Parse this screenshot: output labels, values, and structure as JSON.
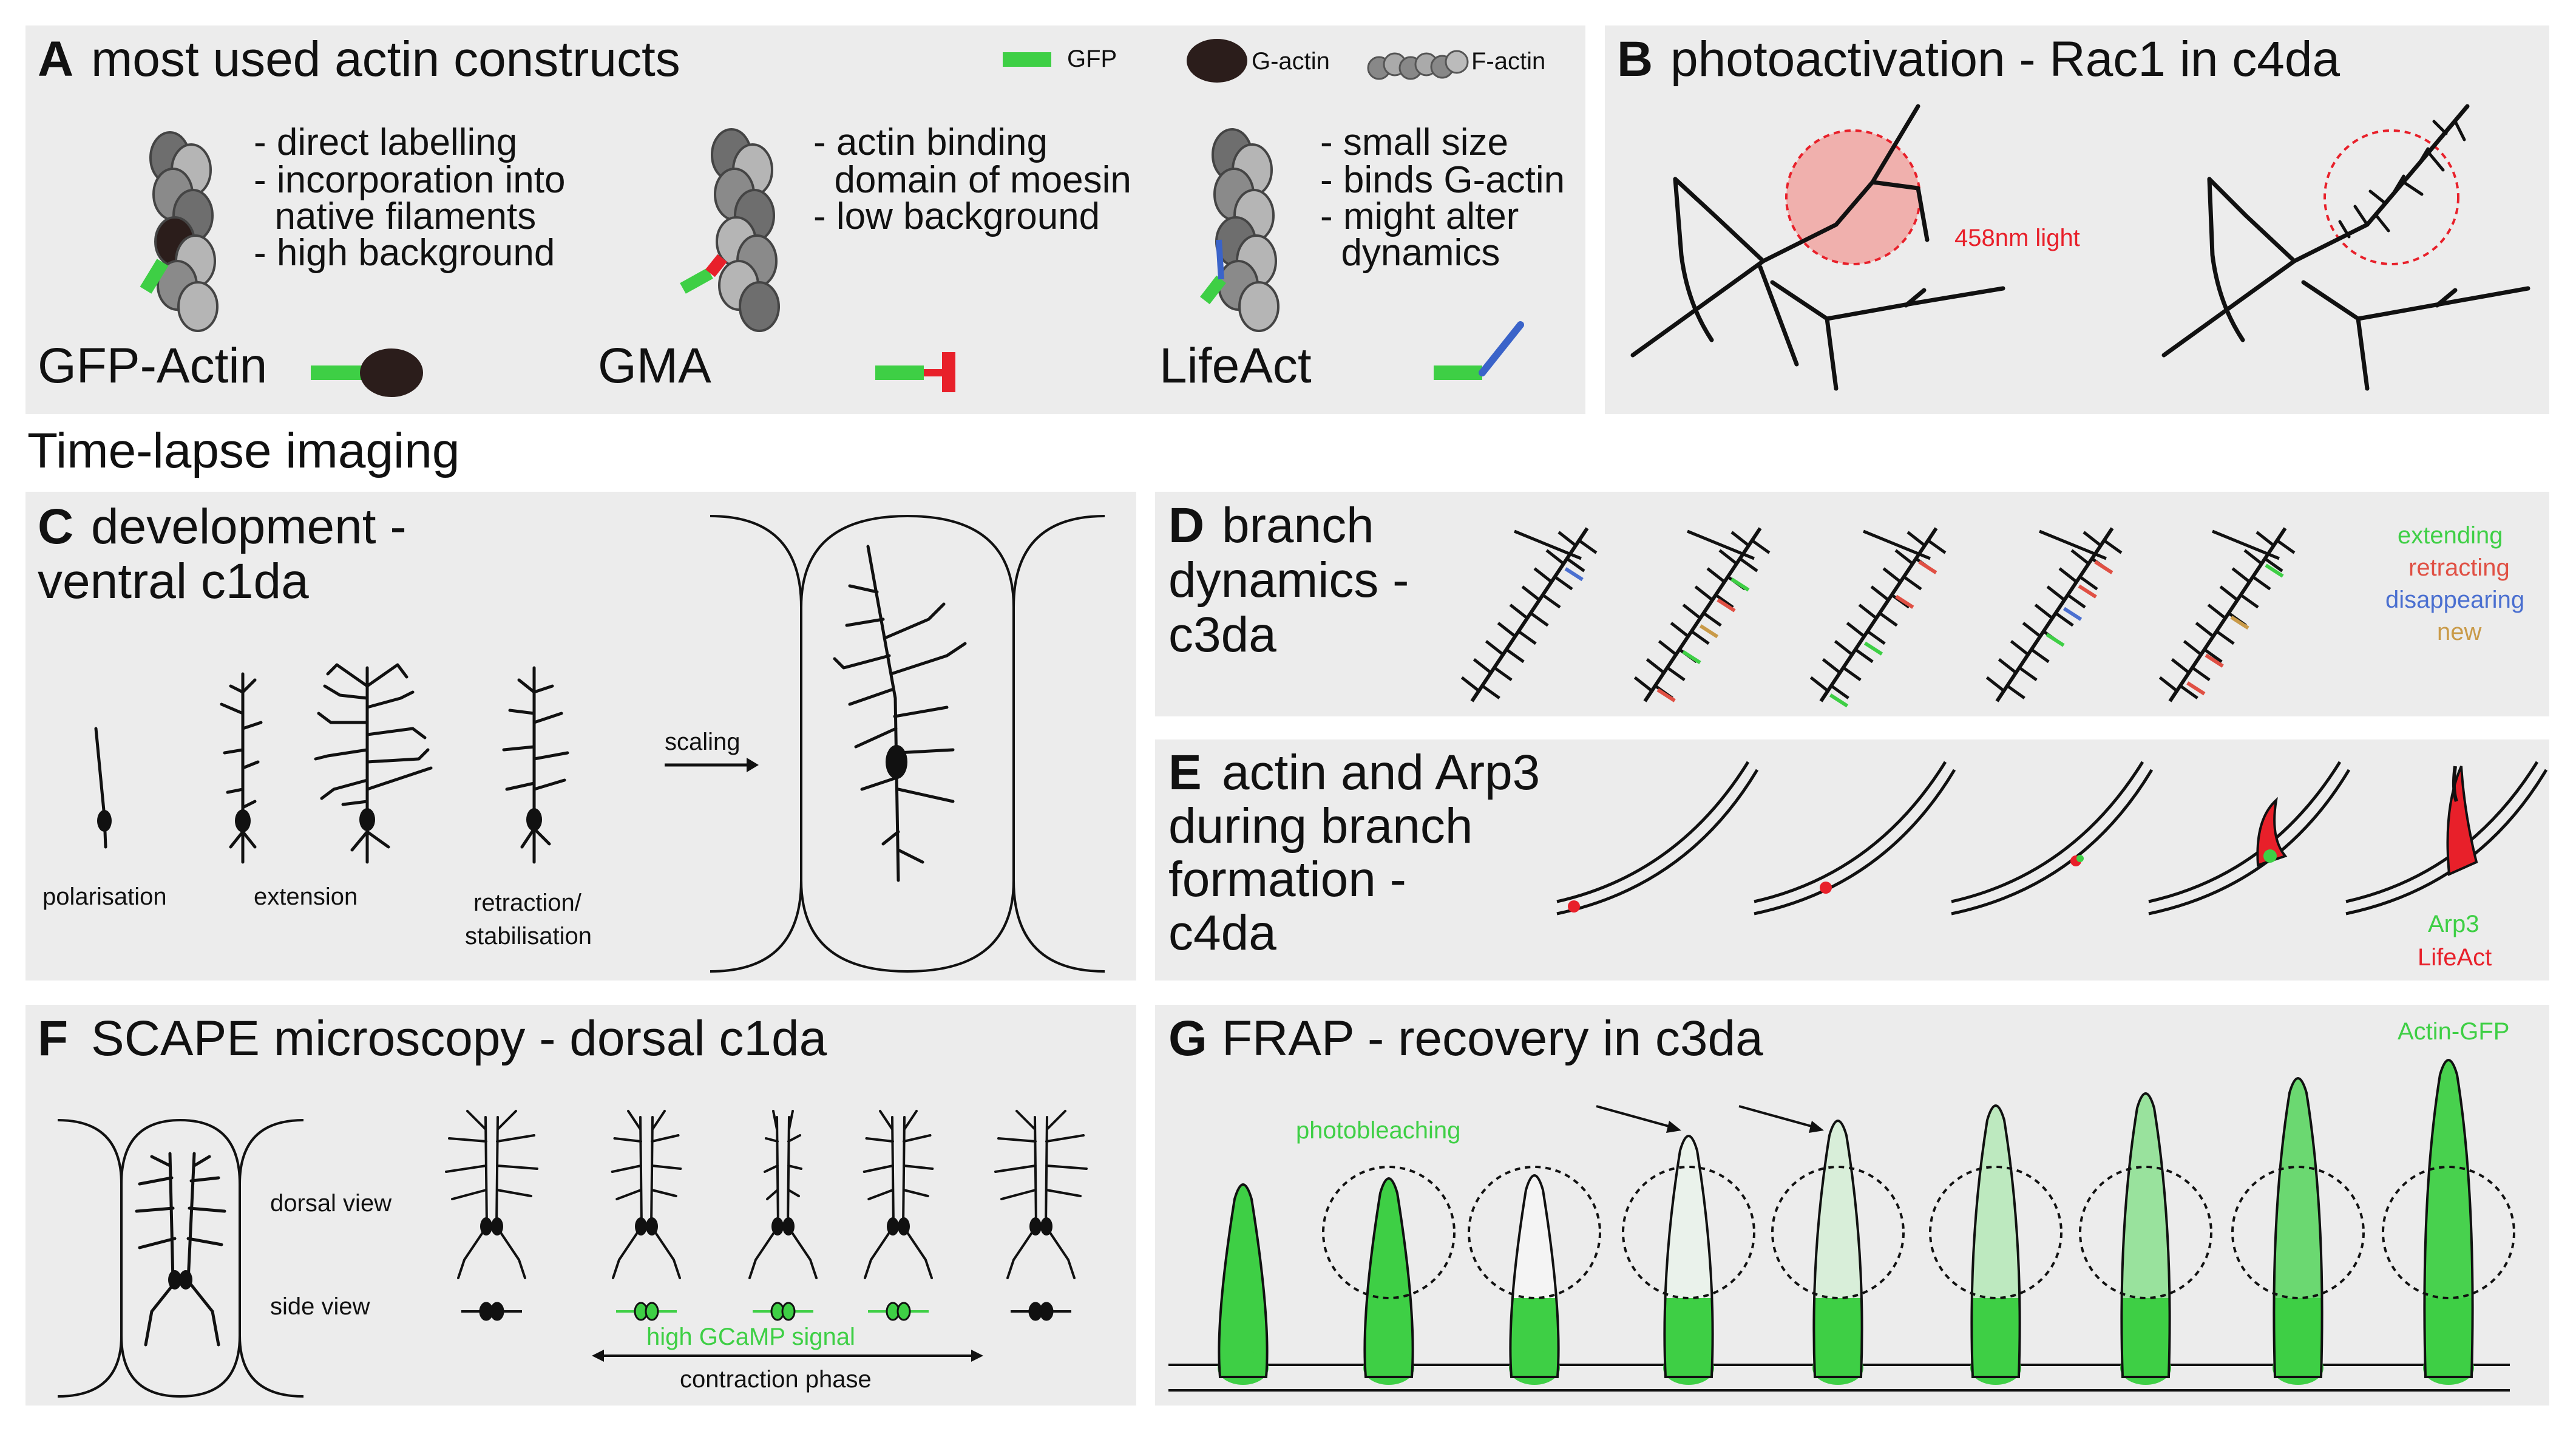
{
  "colors": {
    "panel_bg": "#ececec",
    "gfp_green": "#3ecf45",
    "g_actin": "#2b1d1b",
    "moesin_red": "#e8202a",
    "lifeact_blue": "#3a63c9",
    "light_red": "#e8202a",
    "extending": "#3ecf45",
    "retracting": "#e05044",
    "disappearing": "#4a6fd0",
    "new": "#c99a48"
  },
  "panelA": {
    "label": "A",
    "title": "most used actin constructs",
    "legend": {
      "gfp": "GFP",
      "g_actin": "G-actin",
      "f_actin": "F-actin"
    },
    "constructs": [
      {
        "name": "GFP-Actin",
        "bullets": [
          "- direct labelling",
          "- incorporation into",
          "  native filaments",
          "- high background"
        ]
      },
      {
        "name": "GMA",
        "bullets": [
          "- actin binding",
          "  domain of moesin",
          "- low background"
        ]
      },
      {
        "name": "LifeAct",
        "bullets": [
          "- small size",
          "- binds G-actin",
          "- might alter",
          "  dynamics"
        ]
      }
    ]
  },
  "panelB": {
    "label": "B",
    "title": "photoactivation - Rac1 in c4da",
    "light_label": "458nm light"
  },
  "section_title": "Time-lapse imaging",
  "panelC": {
    "label": "C",
    "title_line1": "development -",
    "title_line2": "ventral c1da",
    "stages": [
      "polarisation",
      "extension",
      "retraction/",
      "stabilisation"
    ],
    "arrow_label": "scaling"
  },
  "panelD": {
    "label": "D",
    "title_line1": "branch",
    "title_line2": "dynamics -",
    "title_line3": "c3da",
    "legend": [
      "extending",
      "retracting",
      "disappearing",
      "new"
    ]
  },
  "panelE": {
    "label": "E",
    "title_lines": [
      "actin and Arp3",
      "during branch",
      "formation -",
      "c4da"
    ],
    "legend": {
      "arp3": "Arp3",
      "lifeact": "LifeAct"
    }
  },
  "panelF": {
    "label": "F",
    "title": "SCAPE microscopy - dorsal c1da",
    "dorsal_view": "dorsal view",
    "side_view": "side view",
    "signal": "high GCaMP signal",
    "phase": "contraction phase"
  },
  "panelG": {
    "label": "G",
    "title": "FRAP - recovery in c3da",
    "photobleaching": "photobleaching",
    "reporter": "Actin-GFP",
    "recovery_fractions": [
      1.0,
      1.0,
      0.0,
      0.05,
      0.15,
      0.3,
      0.5,
      0.75,
      0.95
    ]
  }
}
